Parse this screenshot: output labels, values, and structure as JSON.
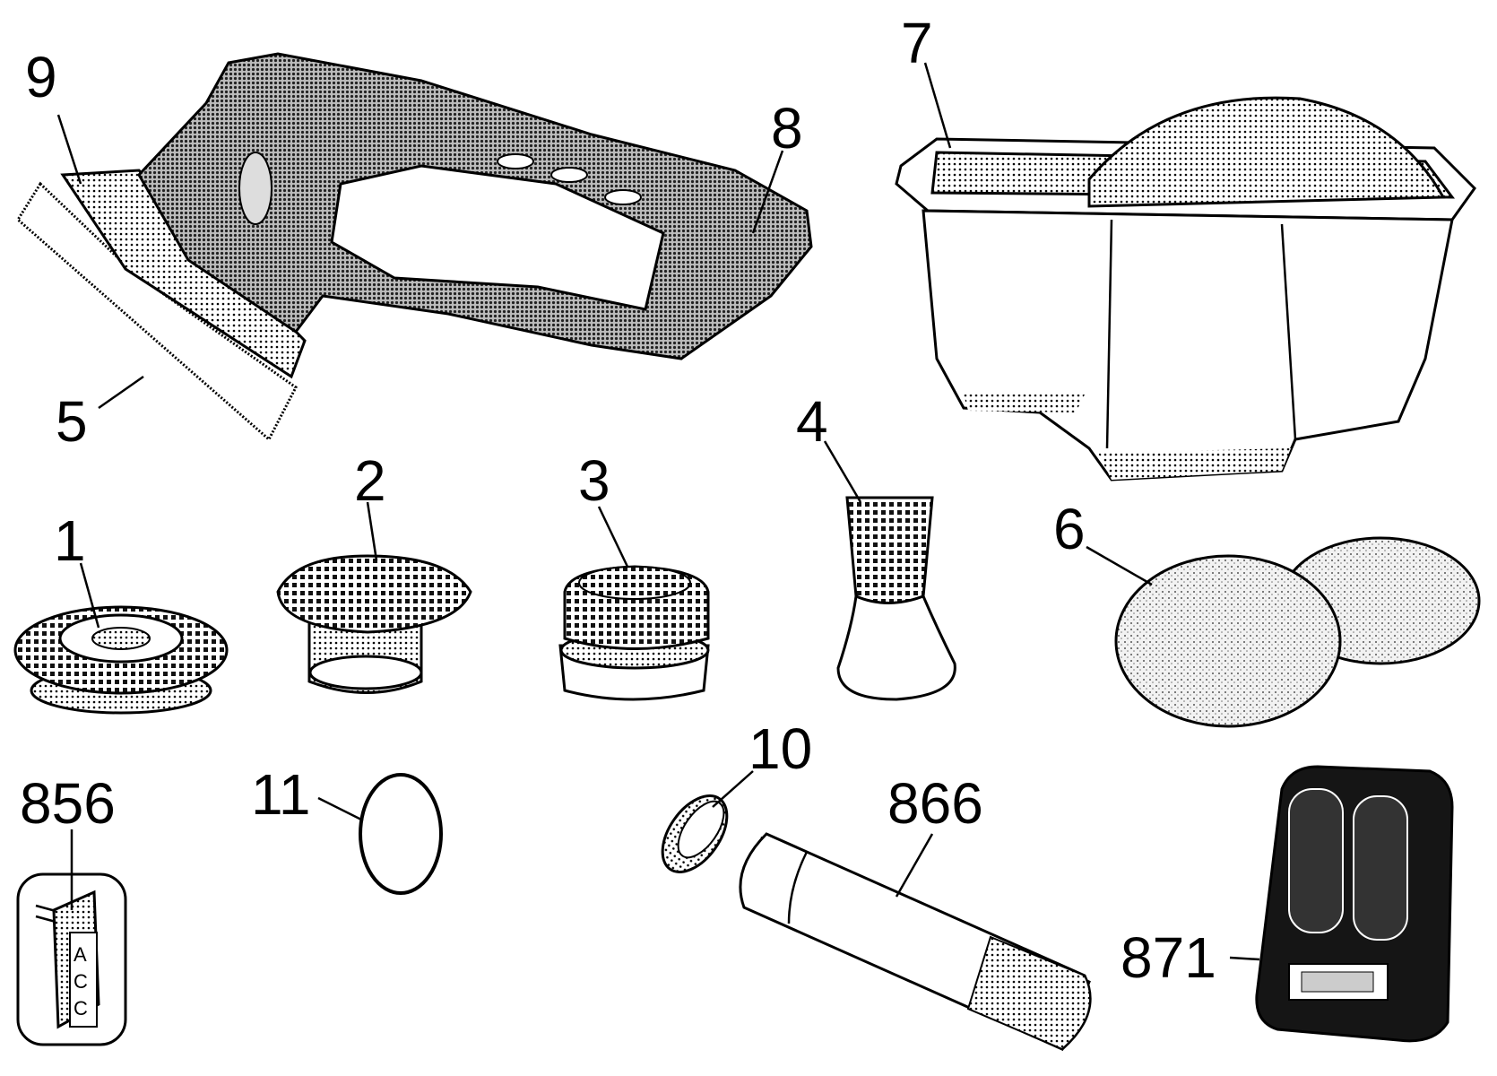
{
  "diagram": {
    "callouts": [
      {
        "id": "part-9",
        "label": "9"
      },
      {
        "id": "part-8",
        "label": "8"
      },
      {
        "id": "part-7",
        "label": "7"
      },
      {
        "id": "part-5",
        "label": "5"
      },
      {
        "id": "part-1",
        "label": "1"
      },
      {
        "id": "part-2",
        "label": "2"
      },
      {
        "id": "part-3",
        "label": "3"
      },
      {
        "id": "part-4",
        "label": "4"
      },
      {
        "id": "part-6",
        "label": "6"
      },
      {
        "id": "part-856",
        "label": "856"
      },
      {
        "id": "part-11",
        "label": "11"
      },
      {
        "id": "part-10",
        "label": "10"
      },
      {
        "id": "part-866",
        "label": "866"
      },
      {
        "id": "part-871",
        "label": "871"
      }
    ],
    "manual_card": {
      "letters": [
        "A",
        "C",
        "C"
      ]
    }
  }
}
